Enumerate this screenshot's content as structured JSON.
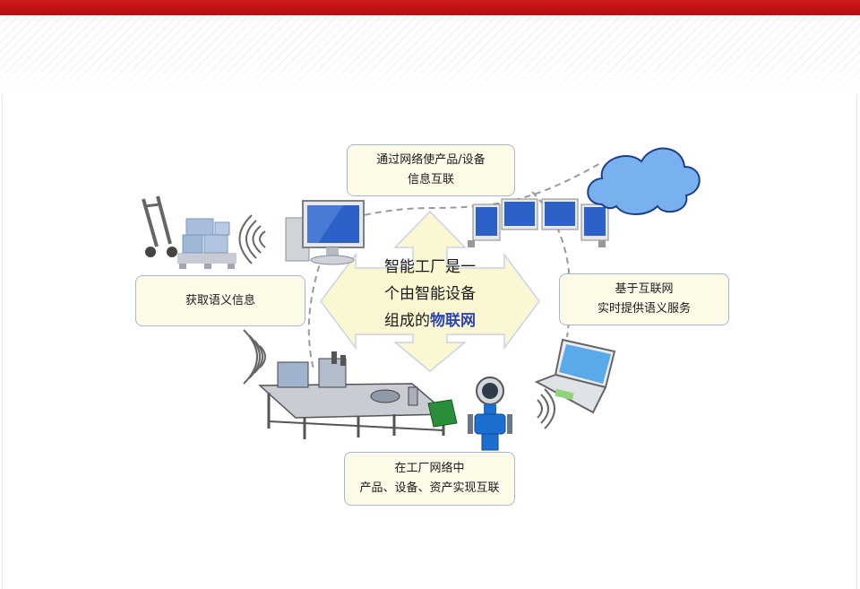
{
  "colors": {
    "top_bar": "#c0141c",
    "box_fill": "#fdfbe8",
    "box_border": "#a9b7d1",
    "arrow_fill": "#fbf7d3",
    "highlight_text": "#2c43b3",
    "cloud_fill": "#79b0ef",
    "monitor_screen": "#2c61c7",
    "meter_blue": "#1c6fcf"
  },
  "center": {
    "line1": "智能工厂是一",
    "line2": "个由智能设备",
    "line3_prefix": "组成的",
    "line3_highlight": "物联网"
  },
  "boxes": {
    "top": {
      "line1": "通过网络使产品/设备",
      "line2": "信息互联"
    },
    "left": {
      "line1": "获取语义信息"
    },
    "right": {
      "line1": "基于互联网",
      "line2": "实时提供语义服务"
    },
    "bottom": {
      "line1": "在工厂网络中",
      "line2": "产品、设备、资产实现互联"
    }
  },
  "icons": [
    "hand-truck-icon",
    "boxes-pallet-icon",
    "desktop-computer-icon",
    "monitors-array-icon",
    "cloud-icon",
    "laptop-icon",
    "production-line-icon",
    "flow-meter-icon",
    "wireless-signal-icon"
  ]
}
